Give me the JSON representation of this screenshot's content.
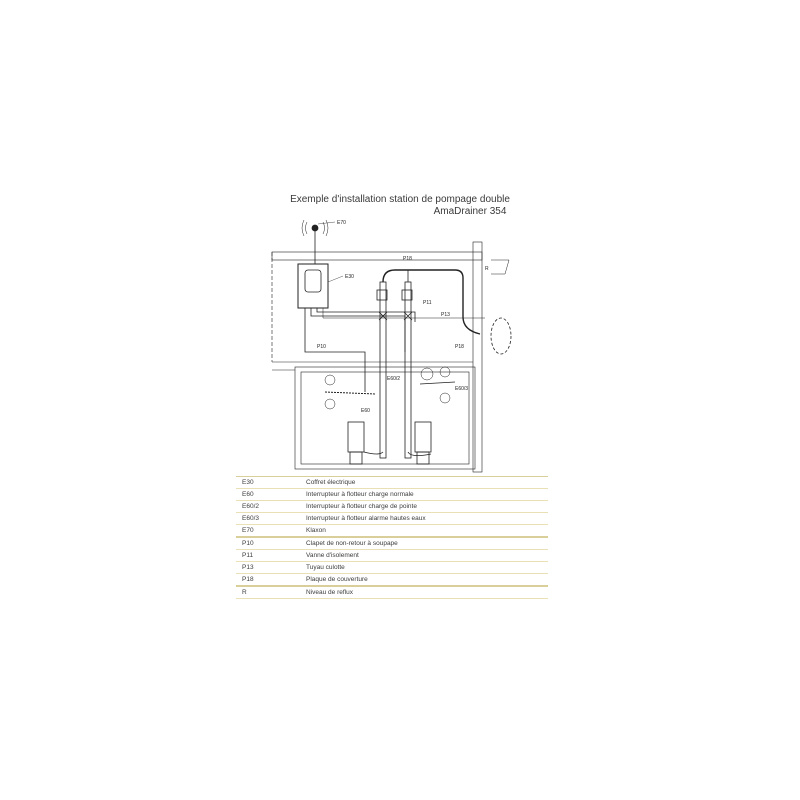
{
  "title": {
    "line1": "Exemple d'installation station de pompage double",
    "line2": "AmaDrainer 354"
  },
  "diagram": {
    "labels": {
      "e70": "E70",
      "e30": "E30",
      "p18": "P18",
      "p11": "P11",
      "p13": "P13",
      "p18b": "P18",
      "p10": "P10",
      "e60": "E60",
      "e60_2": "E60/2",
      "e60_3": "E60/3",
      "r": "R"
    }
  },
  "legend": {
    "rows": [
      {
        "code": "E30",
        "description": "Coffret électrique"
      },
      {
        "code": "E60",
        "description": "Interrupteur à flotteur charge normale"
      },
      {
        "code": "E60/2",
        "description": "Interrupteur à flotteur charge de pointe"
      },
      {
        "code": "E60/3",
        "description": "Interrupteur à flotteur alarme hautes eaux"
      },
      {
        "code": "E70",
        "description": "Klaxon"
      },
      {
        "code": "P10",
        "description": "Clapet de non-retour à soupape"
      },
      {
        "code": "P11",
        "description": "Vanne d'isolement"
      },
      {
        "code": "P13",
        "description": "Tuyau culotte"
      },
      {
        "code": "P18",
        "description": "Plaque de couverture"
      },
      {
        "code": "R",
        "description": "Niveau de reflux"
      }
    ]
  },
  "colors": {
    "table_line": "#d9cf9a",
    "table_line_light": "#e9e0b5",
    "drawing": "#222222"
  }
}
